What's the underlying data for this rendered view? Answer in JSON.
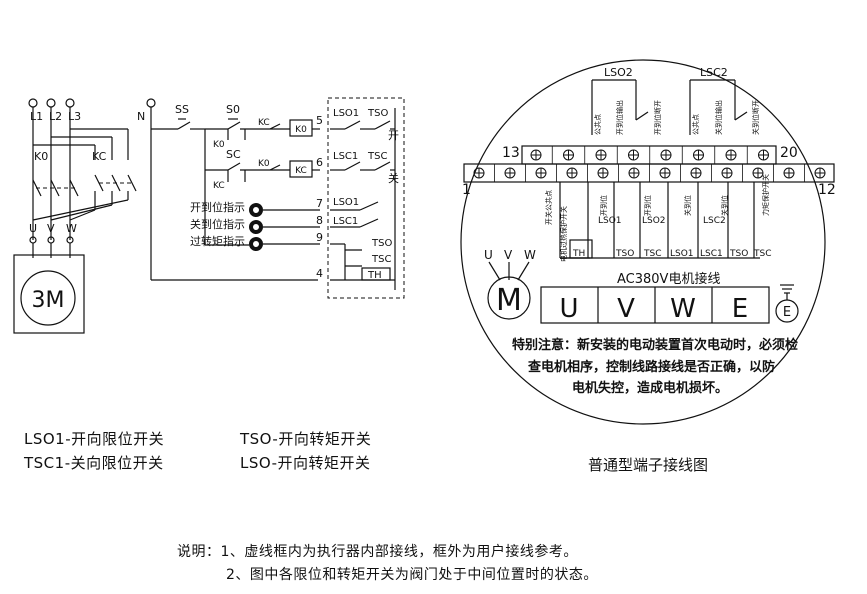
{
  "left_diagram": {
    "phase_labels": [
      "L1",
      "L2",
      "L3"
    ],
    "neutral_label": "N",
    "contactor_k0": "K0",
    "contactor_kc": "KC",
    "motor_terminals": [
      "U",
      "V",
      "W"
    ],
    "motor_label": "3M",
    "switch_ss": "SS",
    "switch_s0": "S0",
    "switch_sc": "SC",
    "aux_k0_a": "K0",
    "aux_kc_a": "KC",
    "aux_k0_b": "K0",
    "aux_kc_b": "KC",
    "aux_k0_c": "K0",
    "coil_k0": "K0",
    "coil_kc": "KC",
    "terminal_numbers": [
      "5",
      "6",
      "7",
      "8",
      "9",
      "4"
    ],
    "box_lso1_top": "LSO1",
    "box_tso_top": "TSO",
    "box_open": "开",
    "box_lsc1_mid": "LSC1",
    "box_tsc_mid": "TSC",
    "box_close": "关",
    "box_lso1": "LSO1",
    "box_lsc1": "LSC1",
    "box_tso": "TSO",
    "box_tsc": "TSC",
    "box_th": "TH",
    "indicators": [
      "开到位指示",
      "关到位指示",
      "过转矩指示"
    ]
  },
  "right_diagram": {
    "lso2_label": "LSO2",
    "lsc2_label": "LSC2",
    "top_vertical_labels": [
      "公共点",
      "开到位输出",
      "开到位断开",
      "公共点",
      "关到位输出",
      "关到位断开"
    ],
    "num_13": "13",
    "num_20": "20",
    "num_1": "1",
    "num_12": "12",
    "bottom_vertical_labels": [
      "开关公共点",
      "电机过热保护开关",
      "开到位",
      "开到位",
      "关到位",
      "关到位",
      "力矩保护开关"
    ],
    "bottom_switch_labels": [
      "LSO1",
      "LSO2",
      "LSC2",
      "TSO",
      "TSC",
      "LSO1",
      "LSC1",
      "TSO",
      "TSC",
      "TH"
    ],
    "uvw_labels": [
      "U",
      "V",
      "W"
    ],
    "motor_symbol": "M",
    "motor_wiring_title": "AC380V电机接线",
    "terminal_block": [
      "U",
      "V",
      "W",
      "E"
    ],
    "earth_label": "E",
    "notice": [
      "特别注意：新安装的电动装置首次电动时，必须检",
      "查电机相序，控制线路接线是否正确，以防",
      "电机失控，造成电机损坏。"
    ]
  },
  "legend": {
    "left_col": [
      "LSO1-开向限位开关",
      "TSC1-关向限位开关"
    ],
    "right_col": [
      "TSO-开向转矩开关",
      "LSO-开向转矩开关"
    ]
  },
  "caption": "普通型端子接线图",
  "notes": [
    "说明：1、虚线框内为执行器内部接线，框外为用户接线参考。",
    "2、图中各限位和转矩开关为阀门处于中间位置时的状态。"
  ]
}
